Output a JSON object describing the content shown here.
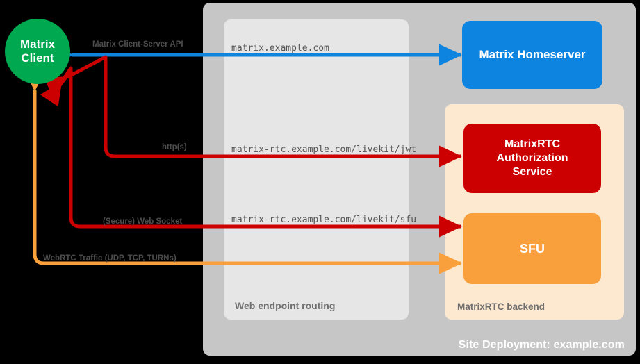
{
  "diagram": {
    "title_label": "Site Deployment: example.com",
    "colors": {
      "client_green": "#00a84f",
      "homeserver_blue": "#0d84e0",
      "auth_red": "#cc0000",
      "sfu_orange": "#f9a03c",
      "site_gray": "#c6c6c6",
      "routing_gray": "#e6e6e6",
      "backend_peach": "#fde8d0",
      "label_gray": "#4d4d4d"
    },
    "nodes": {
      "client_line1": "Matrix",
      "client_line2": "Client",
      "homeserver": "Matrix Homeserver",
      "auth_line1": "MatrixRTC",
      "auth_line2": "Authorization",
      "auth_line3": "Service",
      "sfu": "SFU"
    },
    "groups": {
      "routing": "Web endpoint routing",
      "backend": "MatrixRTC backend"
    },
    "connections": [
      {
        "protocol_label": "Matrix Client-Server API",
        "endpoint_label": "matrix.example.com",
        "color": "#0d84e0",
        "direction": "bidirectional",
        "from": "Matrix Client",
        "to": "Matrix Homeserver"
      },
      {
        "protocol_label": "http(s)",
        "endpoint_label": "matrix-rtc.example.com/livekit/jwt",
        "color": "#cc0000",
        "direction": "bidirectional",
        "from": "Matrix Client",
        "to": "MatrixRTC Authorization Service"
      },
      {
        "protocol_label": "(Secure) Web Socket",
        "endpoint_label": "matrix-rtc.example.com/livekit/sfu",
        "color": "#cc0000",
        "direction": "bidirectional",
        "from": "Matrix Client",
        "to": "SFU"
      },
      {
        "protocol_label": "WebRTC Traffic (UDP, TCP, TURNs)",
        "endpoint_label": "",
        "color": "#f9a03c",
        "direction": "bidirectional",
        "from": "Matrix Client",
        "to": "SFU"
      }
    ]
  }
}
